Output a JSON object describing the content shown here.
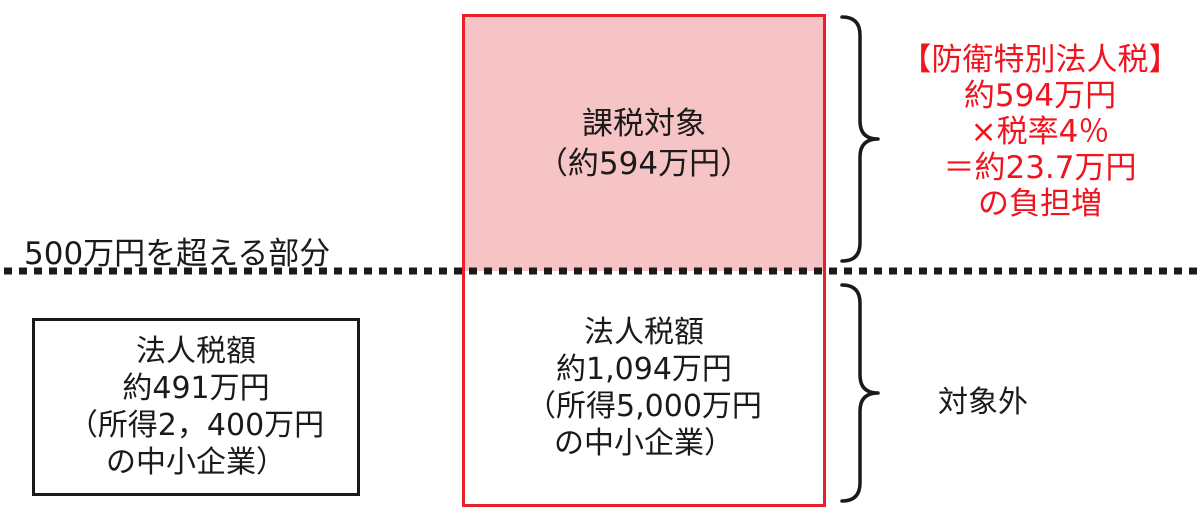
{
  "threshold_label": "500万円を超える部分",
  "small_company": {
    "lines": [
      "法人税額",
      "約491万円",
      "（所得2，400万円",
      "の中小企業）"
    ]
  },
  "taxable_portion": {
    "lines": [
      "課税対象",
      "（約594万円）"
    ],
    "fill_color": "#f7c4c6",
    "border_color": "#e8202a"
  },
  "lower_portion": {
    "lines": [
      "法人税額",
      "約1,094万円",
      "（所得5,000万円",
      "の中小企業）"
    ]
  },
  "defense_tax_note": {
    "lines": [
      "【防衛特別法人税】",
      "約594万円",
      "×税率4％",
      "＝約23.7万円",
      "の負担増"
    ],
    "color": "#f0141e"
  },
  "excluded_label": "対象外"
}
